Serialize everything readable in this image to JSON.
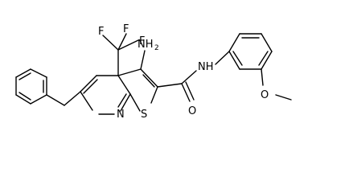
{
  "molecule": {
    "labels": {
      "f_top_left": "F",
      "f_top_mid": "F",
      "f_right": "F",
      "nh2_n": "NH",
      "nh2_sub": "2",
      "amide_nh": "NH",
      "o_carbonyl": "O",
      "o_methoxy": "O",
      "s_ring": "S",
      "n_ring": "N"
    }
  }
}
